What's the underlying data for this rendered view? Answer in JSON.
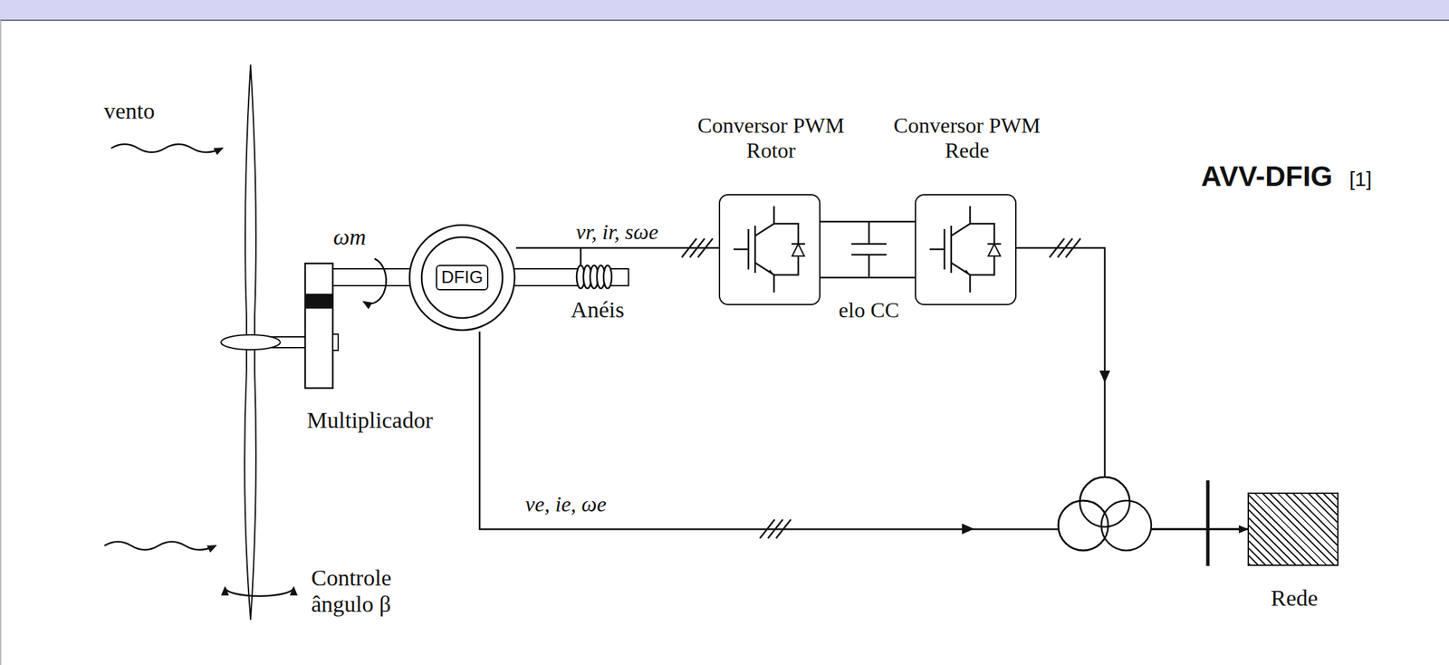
{
  "diagram": {
    "nodes": [
      {
        "text": [
          "DFIG"
        ]
      },
      {
        "text": [
          "Conversor PWM Rotor"
        ]
      },
      {
        "text": [
          "Conversor PWM Rede"
        ]
      },
      {
        "text": [
          "Rede"
        ]
      }
    ],
    "edges": [
      {
        "from": 0,
        "to": 1,
        "arrow": "none",
        "label": "vr, ir, sωe"
      },
      {
        "from": 1,
        "to": 2,
        "arrow": "none",
        "label": "elo CC"
      },
      {
        "from": 2,
        "to": 3,
        "arrow": "to"
      },
      {
        "from": 0,
        "to": 3,
        "arrow": "to",
        "label": "ve, ie, ωe"
      }
    ],
    "labels": [
      "vento",
      "ωm",
      "Anéis",
      "Multiplicador",
      "Controle ângulo β",
      "AVV-DFIG",
      "[1]"
    ]
  }
}
